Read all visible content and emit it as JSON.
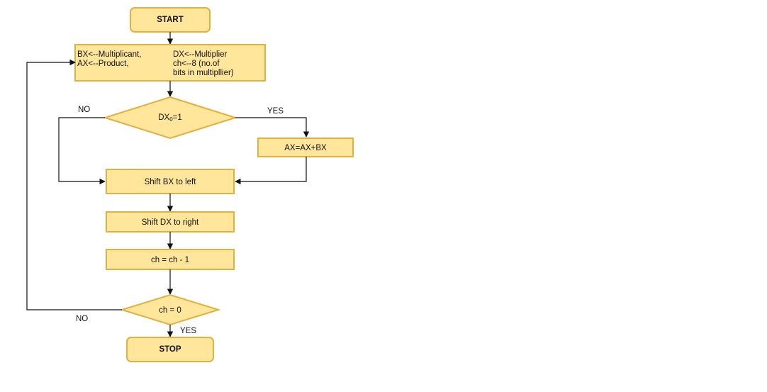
{
  "nodes": {
    "start": "START",
    "init_line1_left": "BX<--Multiplicant,",
    "init_line2_left": "AX<--Product,",
    "init_line1_right": "DX<--Multiplier",
    "init_line2_right": "ch<--8 (no.of",
    "init_line3_right": "bits in multipllier)",
    "decision1_base": "DX",
    "decision1_sub": "0",
    "decision1_tail": "=1",
    "add": "AX=AX+BX",
    "shift_bx": "Shift BX to left",
    "shift_dx": "Shift DX to right",
    "decrement": "ch = ch - 1",
    "decision2": "ch = 0",
    "stop": "STOP"
  },
  "labels": {
    "d1_no": "NO",
    "d1_yes": "YES",
    "d2_no": "NO",
    "d2_yes": "YES"
  },
  "colors": {
    "fill": "#ffe69a",
    "stroke": "#e0b040",
    "line": "#111111"
  }
}
